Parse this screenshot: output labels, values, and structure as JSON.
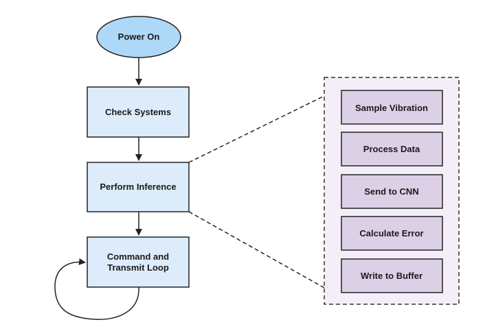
{
  "flow": {
    "start": "Power On",
    "check": "Check Systems",
    "inference": "Perform Inference",
    "command_line1": "Command and",
    "command_line2": "Transmit Loop"
  },
  "inference_steps": [
    "Sample Vibration",
    "Process Data",
    "Send to CNN",
    "Calculate Error",
    "Write to Buffer"
  ],
  "colors": {
    "start_fill": "#aed8f7",
    "step_fill": "#dcecfa",
    "detail_fill": "#dcd0e7",
    "detail_panel_fill": "#f3eef8",
    "stroke": "#222222"
  }
}
